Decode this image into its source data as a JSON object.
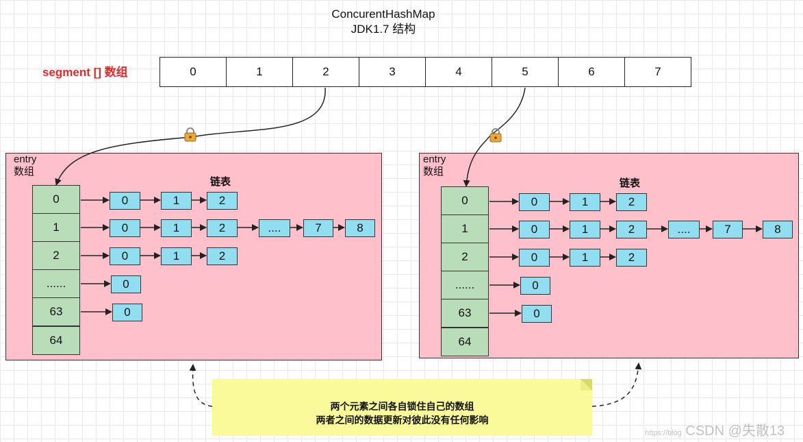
{
  "title": {
    "line1": "ConcurentHashMap",
    "line2": "JDK1.7 结构"
  },
  "segment": {
    "label": "segment [] 数组",
    "cells": [
      "0",
      "1",
      "2",
      "3",
      "4",
      "5",
      "6",
      "7"
    ]
  },
  "panels": [
    {
      "label": "entry\n数组",
      "entries": [
        "0",
        "1",
        "2",
        "......",
        "63",
        "64"
      ],
      "chain_label": "链表",
      "chains": [
        [
          "0",
          "1",
          "2"
        ],
        [
          "0",
          "1",
          "2",
          "....",
          "7",
          "8"
        ],
        [
          "0",
          "1",
          "2"
        ],
        [
          "0"
        ],
        [
          "0"
        ]
      ]
    },
    {
      "label": "entry\n数组",
      "entries": [
        "0",
        "1",
        "2",
        "......",
        "63",
        "64"
      ],
      "chain_label": "链表",
      "chains": [
        [
          "0",
          "1",
          "2"
        ],
        [
          "0",
          "1",
          "2",
          "....",
          "7",
          "8"
        ],
        [
          "0",
          "1",
          "2"
        ],
        [
          "0"
        ],
        [
          "0"
        ]
      ]
    }
  ],
  "note": {
    "line1": "两个元素之间各自锁住自己的数组",
    "line2": "两者之间的数据更新对彼此没有任何影响"
  },
  "watermark": {
    "main": "CSDN @失散13",
    "url": "https://blog"
  },
  "icons": {
    "lock": "lock-icon"
  },
  "colors": {
    "segment_label": "#e02a2a",
    "panel": "#fec1cb",
    "entry": "#b9ddb9",
    "node": "#90def0",
    "note": "#fafa9a"
  }
}
